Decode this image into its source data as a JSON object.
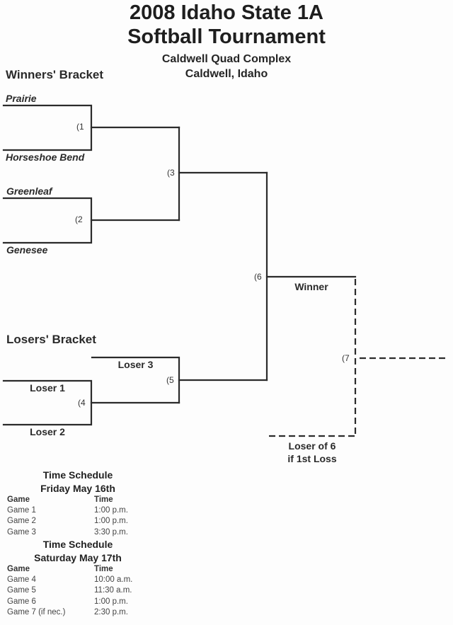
{
  "header": {
    "title_line1": "2008 Idaho State 1A",
    "title_line2": "Softball Tournament",
    "venue": "Caldwell Quad Complex",
    "location": "Caldwell, Idaho"
  },
  "winners_bracket": {
    "label": "Winners' Bracket",
    "teams": [
      "Prairie",
      "Horseshoe Bend",
      "Greenleaf",
      "Genesee"
    ],
    "games": [
      "(1",
      "(2",
      "(3",
      "(6"
    ],
    "winner_label": "Winner"
  },
  "losers_bracket": {
    "label": "Losers' Bracket",
    "slots": [
      "Loser 1",
      "Loser 2",
      "Loser 3"
    ],
    "games": [
      "(4",
      "(5"
    ]
  },
  "final": {
    "game": "(7",
    "loser_label_line1": "Loser of 6",
    "loser_label_line2": "if 1st Loss"
  },
  "schedules": [
    {
      "title": "Time Schedule",
      "day": "Friday May 16th",
      "col_game": "Game",
      "col_time": "Time",
      "rows": [
        {
          "game": "Game 1",
          "time": "1:00 p.m."
        },
        {
          "game": "Game 2",
          "time": "1:00 p.m."
        },
        {
          "game": "Game 3",
          "time": "3:30 p.m."
        }
      ]
    },
    {
      "title": "Time Schedule",
      "day": "Saturday May 17th",
      "col_game": "Game",
      "col_time": "Time",
      "rows": [
        {
          "game": "Game 4",
          "time": "10:00 a.m."
        },
        {
          "game": "Game 5",
          "time": "11:30 a.m."
        },
        {
          "game": "Game 6",
          "time": "1:00 p.m."
        },
        {
          "game": "Game 7 (if nec.)",
          "time": "2:30 p.m."
        }
      ]
    }
  ]
}
